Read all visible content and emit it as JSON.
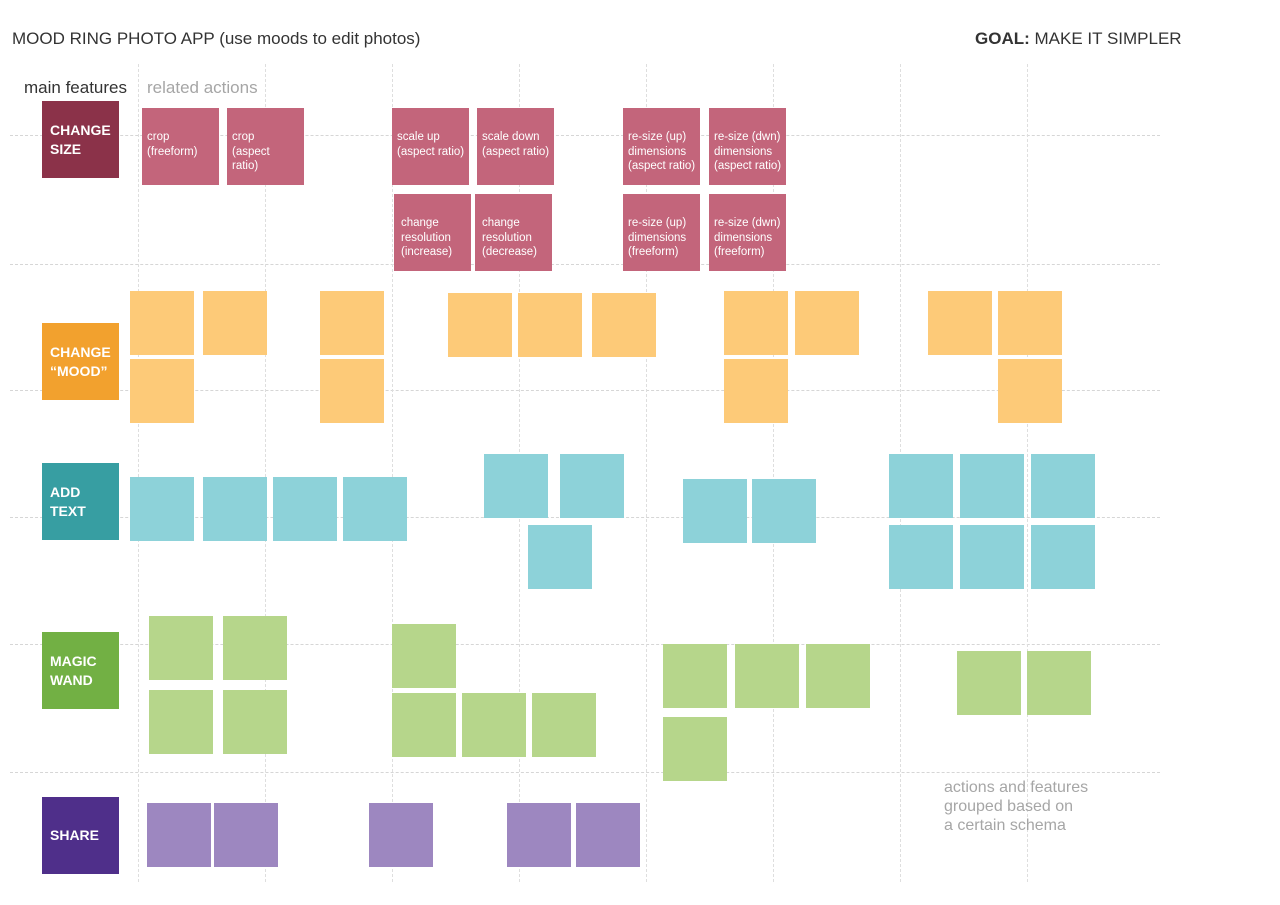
{
  "header": {
    "title": "MOOD RING PHOTO APP (use moods to edit photos)",
    "goal_label": "GOAL:",
    "goal_text": "MAKE IT SIMPLER"
  },
  "columns": {
    "main_features": "main features",
    "related_actions": "related actions"
  },
  "features": {
    "change_size": "CHANGE\nSIZE",
    "change_mood": "CHANGE\n“MOOD”",
    "add_text": "ADD\nTEXT",
    "magic_wand": "MAGIC\nWAND",
    "share": "SHARE"
  },
  "colors": {
    "change_size_dark": "#8b3249",
    "change_size_card": "#c3657b",
    "change_mood_dark": "#f2a12e",
    "change_mood_card": "#fdca78",
    "add_text_dark": "#379ea2",
    "add_text_card": "#8dd2d9",
    "magic_wand_dark": "#72b044",
    "magic_wand_card": "#b6d68b",
    "share_dark": "#4f2f8a",
    "share_card": "#9d87c0"
  },
  "size_actions": {
    "crop_freeform": "crop\n(freeform)",
    "crop_aspect": "crop\n(aspect\nratio)",
    "scale_up": "scale up\n(aspect ratio)",
    "scale_down": "scale down\n(aspect ratio)",
    "resize_up_aspect": "re-size (up)\ndimensions\n(aspect ratio)",
    "resize_dwn_aspect": "re-size (dwn)\ndimensions\n(aspect ratio)",
    "change_res_increase": "change\nresolution\n(increase)",
    "change_res_decrease": "change\nresolution\n(decrease)",
    "resize_up_freeform": "re-size (up)\ndimensions\n(freeform)",
    "resize_dwn_freeform": "re-size (dwn)\ndimensions\n(freeform)"
  },
  "footnote": "actions and features\ngrouped based on\na certain schema"
}
